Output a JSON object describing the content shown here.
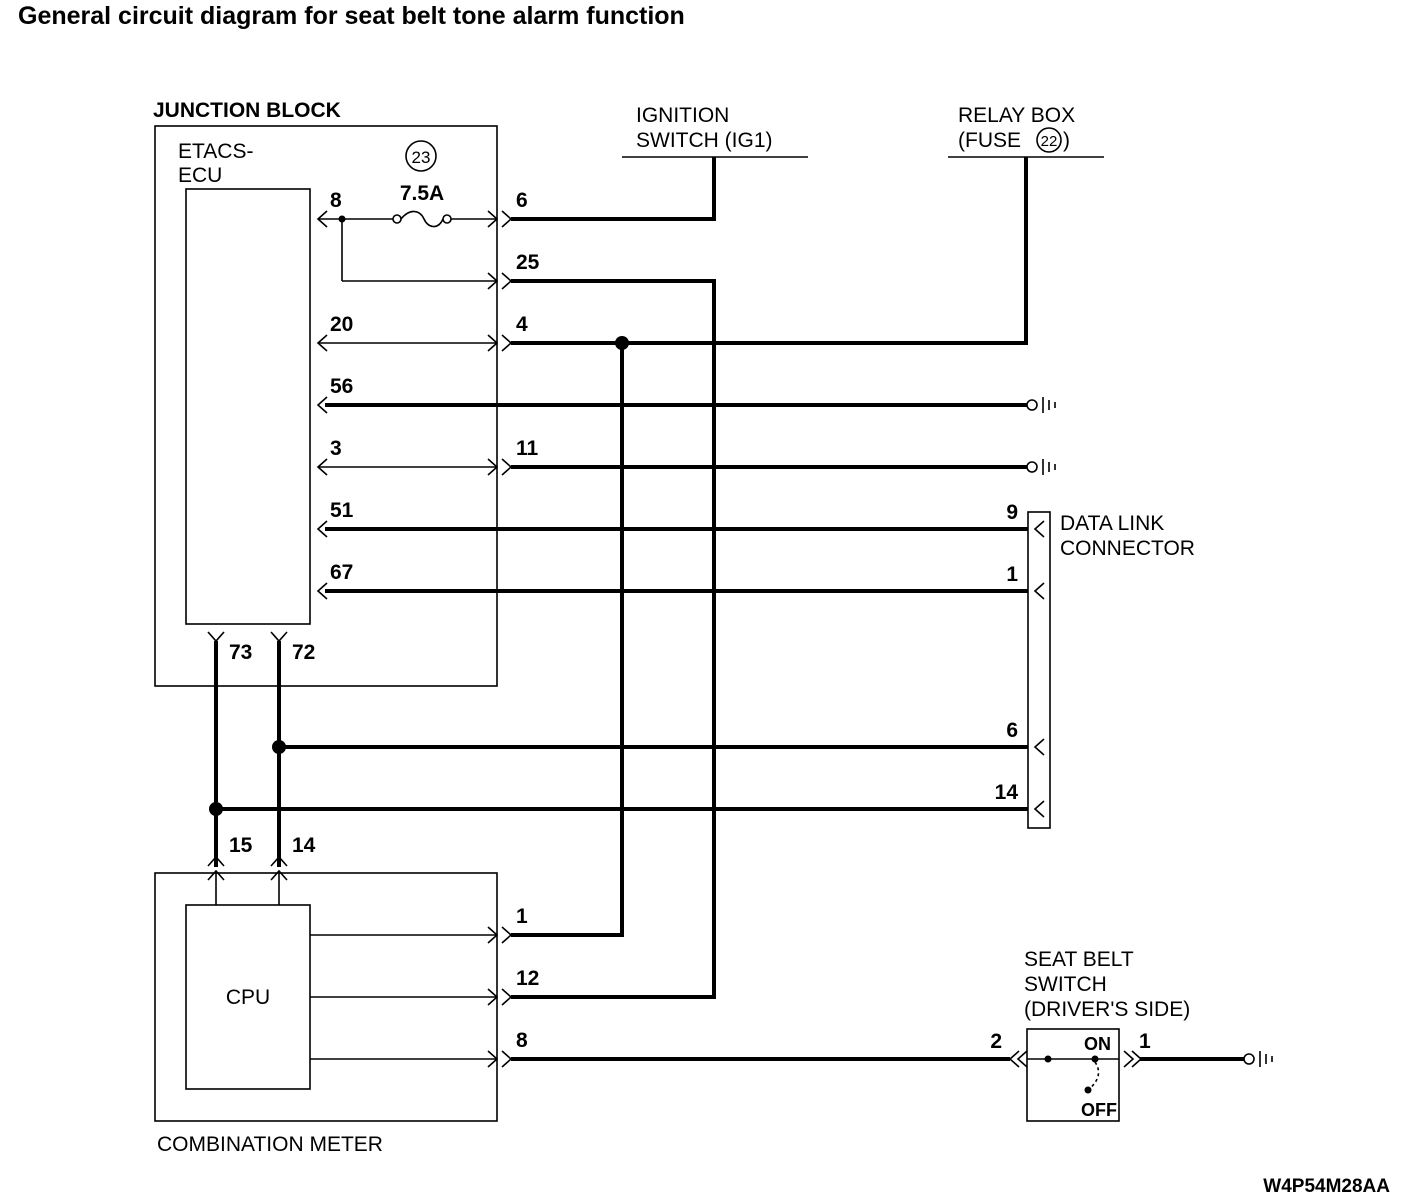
{
  "title": "General circuit diagram for seat belt tone alarm function",
  "figure_code": "W4P54M28AA",
  "components": {
    "junction_block": "JUNCTION BLOCK",
    "etacs_ecu": [
      "ETACS-",
      "ECU"
    ],
    "fuse_number": "23",
    "fuse_rating": "7.5A",
    "ignition_switch": [
      "IGNITION",
      "SWITCH (IG1)"
    ],
    "relay_box": [
      "RELAY BOX",
      "(FUSE",
      "22",
      ")"
    ],
    "data_link_connector": [
      "DATA LINK",
      "CONNECTOR"
    ],
    "combination_meter": "COMBINATION METER",
    "cpu": "CPU",
    "seat_belt_switch": [
      "SEAT BELT",
      "SWITCH",
      "(DRIVER'S SIDE)"
    ],
    "switch_on": "ON",
    "switch_off": "OFF"
  },
  "pins": {
    "ecu_8": "8",
    "jb_6": "6",
    "jb_25": "25",
    "ecu_20": "20",
    "jb_4": "4",
    "ecu_56": "56",
    "ecu_3": "3",
    "jb_11": "11",
    "ecu_51": "51",
    "ecu_67": "67",
    "ecu_73": "73",
    "ecu_72": "72",
    "dlc_9": "9",
    "dlc_1": "1",
    "dlc_6": "6",
    "dlc_14": "14",
    "meter_15": "15",
    "meter_14": "14",
    "meter_1": "1",
    "meter_12": "12",
    "meter_8": "8",
    "sbs_2": "2",
    "sbs_1": "1"
  }
}
